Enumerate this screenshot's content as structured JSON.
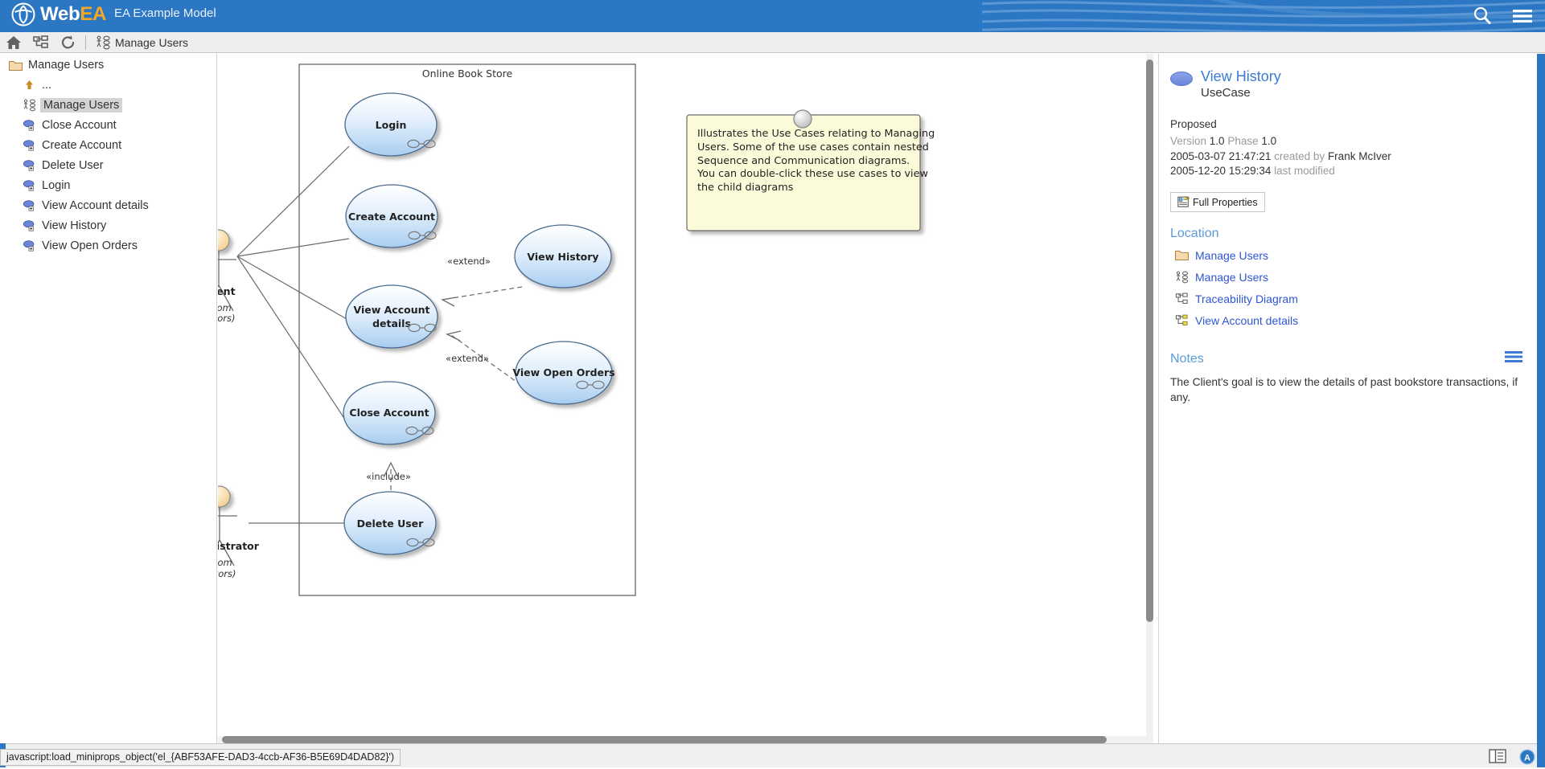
{
  "header": {
    "logo_text_web": "Web",
    "logo_text_ea": "EA",
    "logo_icon": "webea-logo-icon",
    "model_title": "EA Example Model",
    "search_icon": "search-icon",
    "menu_icon": "hamburger-menu-icon",
    "brand_color": "#2b77c4",
    "accent_color": "#f5a623"
  },
  "toolbar": {
    "home_icon": "home-icon",
    "tree_icon": "model-tree-icon",
    "refresh_icon": "refresh-icon",
    "tab_label": "Manage Users",
    "tab_icon": "usecase-diagram-icon"
  },
  "sidebar": {
    "root": {
      "label": "Manage Users",
      "icon": "folder-icon"
    },
    "items": [
      {
        "label": "...",
        "icon": "up-arrow-icon",
        "type": "parent",
        "selected": false
      },
      {
        "label": "Manage Users",
        "icon": "usecase-diagram-icon",
        "type": "diagram",
        "selected": true
      },
      {
        "label": "Close Account",
        "icon": "usecase-composite-icon",
        "type": "usecase",
        "selected": false
      },
      {
        "label": "Create Account",
        "icon": "usecase-composite-icon",
        "type": "usecase",
        "selected": false
      },
      {
        "label": "Delete User",
        "icon": "usecase-composite-icon",
        "type": "usecase",
        "selected": false
      },
      {
        "label": "Login",
        "icon": "usecase-composite-icon",
        "type": "usecase",
        "selected": false
      },
      {
        "label": "View Account details",
        "icon": "usecase-composite-icon",
        "type": "usecase",
        "selected": false
      },
      {
        "label": "View History",
        "icon": "usecase-composite-icon",
        "type": "usecase",
        "selected": false
      },
      {
        "label": "View Open Orders",
        "icon": "usecase-composite-icon",
        "type": "usecase",
        "selected": false
      }
    ]
  },
  "diagram": {
    "boundary_label": "Online Book Store",
    "actors": [
      {
        "name": "Client",
        "sub": "(from Actors)"
      },
      {
        "name": "Administrator",
        "sub": "(from Actors)"
      }
    ],
    "usecases": [
      {
        "name": "Login",
        "composite": true
      },
      {
        "name": "Create Account",
        "composite": true
      },
      {
        "name": "View Account details",
        "name_line1": "View Account",
        "name_line2": "details",
        "composite": true
      },
      {
        "name": "Close Account",
        "composite": true
      },
      {
        "name": "Delete User",
        "composite": true
      },
      {
        "name": "View History",
        "composite": false
      },
      {
        "name": "View Open Orders",
        "composite": true
      }
    ],
    "relationship_labels": [
      {
        "text": "«extend»",
        "from": "View History",
        "to": "View Account details"
      },
      {
        "text": "«extend»",
        "from": "View Open Orders",
        "to": "View Account details"
      },
      {
        "text": "«include»",
        "from": "Delete User",
        "to": "Close Account"
      }
    ],
    "note": {
      "lines": [
        "Illustrates the Use Cases relating to Managing",
        "Users. Some of the use cases contain nested",
        "Sequence and Communication diagrams.",
        "You can double-click these use cases to view",
        "the child diagrams"
      ],
      "fill": "#fcfbd9"
    }
  },
  "properties": {
    "element_name": "View History",
    "element_type": "UseCase",
    "element_icon": "usecase-icon",
    "status": "Proposed",
    "version_label": "Version",
    "version_value": "1.0",
    "phase_label": "Phase",
    "phase_value": "1.0",
    "created_date": "2005-03-07 21:47:21",
    "created_by_label": "created by",
    "created_by": "Frank McIver",
    "modified_date": "2005-12-20 15:29:34",
    "modified_label": "last modified",
    "full_properties_label": "Full Properties",
    "full_properties_icon": "properties-icon",
    "location_heading": "Location",
    "location_items": [
      {
        "label": "Manage Users",
        "icon": "folder-icon"
      },
      {
        "label": "Manage Users",
        "icon": "usecase-diagram-icon"
      },
      {
        "label": "Traceability Diagram",
        "icon": "traceability-diagram-icon"
      },
      {
        "label": "View Account details",
        "icon": "usecase-composite-diagram-icon"
      }
    ],
    "notes_heading": "Notes",
    "notes_menu_icon": "hamburger-menu-icon",
    "notes_text": "The Client's goal is to view the details of past bookstore transactions, if any."
  },
  "statusbar": {
    "tooltip": "javascript:load_miniprops_object('el_{ABF53AFE-DAD3-4ccb-AF36-B5E69D4DAD82}')",
    "icon_left": "panel-toggle-icon",
    "icon_right": "accessibility-icon"
  }
}
